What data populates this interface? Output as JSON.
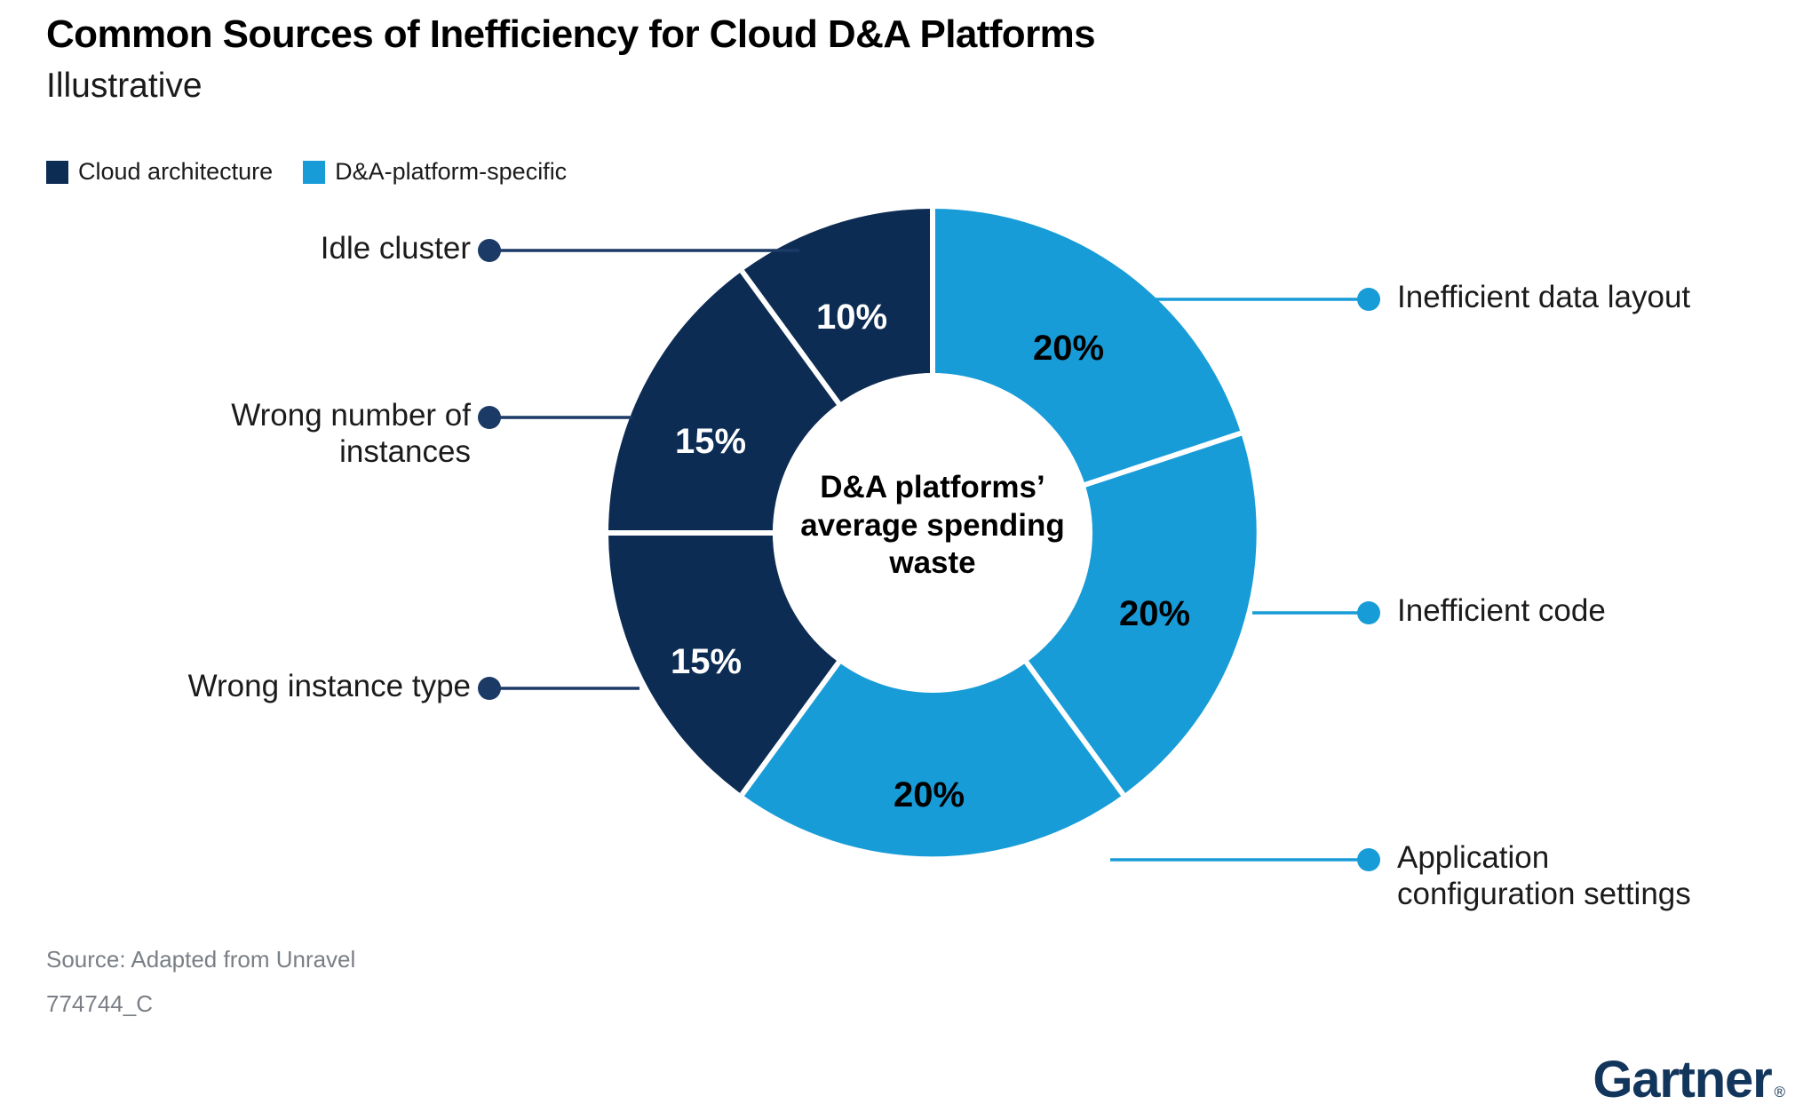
{
  "header": {
    "title": "Common Sources of Inefficiency for Cloud D&A Platforms",
    "subtitle": "Illustrative"
  },
  "legend": {
    "items": [
      {
        "label": "Cloud architecture",
        "color": "#0d2c54"
      },
      {
        "label": "D&A-platform-specific",
        "color": "#189cd8"
      }
    ]
  },
  "footer": {
    "source": "Source: Adapted from Unravel",
    "figure_id": "774744_C",
    "brand": "Gartner",
    "brand_mark": "®"
  },
  "chart_data": {
    "type": "pie",
    "variant": "donut",
    "title": "Common Sources of Inefficiency for Cloud D&A Platforms",
    "subtitle": "Illustrative",
    "center_label": "D&A platforms’ average spending waste",
    "start_angle_deg": 0,
    "direction": "clockwise",
    "units": "percent",
    "total": 100,
    "legend": [
      "Cloud architecture",
      "D&A-platform-specific"
    ],
    "legend_position": "top-left",
    "colors": {
      "cloud_architecture": "#0d2c54",
      "da_platform_specific": "#189cd8"
    },
    "categories": [
      "Inefficient data layout",
      "Inefficient code",
      "Application configuration settings",
      "Wrong instance type",
      "Wrong number of instances",
      "Idle cluster"
    ],
    "values": [
      20,
      20,
      20,
      15,
      15,
      10
    ],
    "slices": [
      {
        "label": "Inefficient data layout",
        "value": 20,
        "value_text": "20%",
        "group": "D&A-platform-specific",
        "color": "#189cd8",
        "label_color": "#000000",
        "side": "right"
      },
      {
        "label": "Inefficient code",
        "value": 20,
        "value_text": "20%",
        "group": "D&A-platform-specific",
        "color": "#189cd8",
        "label_color": "#000000",
        "side": "right"
      },
      {
        "label": "Application configuration settings",
        "value": 20,
        "value_text": "20%",
        "group": "D&A-platform-specific",
        "color": "#189cd8",
        "label_color": "#000000",
        "side": "right"
      },
      {
        "label": "Wrong instance type",
        "value": 15,
        "value_text": "15%",
        "group": "Cloud architecture",
        "color": "#0d2c54",
        "label_color": "#ffffff",
        "side": "left"
      },
      {
        "label": "Wrong number of instances",
        "value": 15,
        "value_text": "15%",
        "group": "Cloud architecture",
        "color": "#0d2c54",
        "label_color": "#ffffff",
        "side": "left"
      },
      {
        "label": "Idle cluster",
        "value": 10,
        "value_text": "10%",
        "group": "Cloud architecture",
        "color": "#0d2c54",
        "label_color": "#ffffff",
        "side": "left"
      }
    ]
  },
  "callouts": {
    "left": [
      {
        "text": "Idle cluster"
      },
      {
        "text": "Wrong number of\ninstances"
      },
      {
        "text": "Wrong instance type"
      }
    ],
    "right": [
      {
        "text": "Inefficient data layout"
      },
      {
        "text": "Inefficient code"
      },
      {
        "text": "Application\nconfiguration settings"
      }
    ]
  },
  "slice_values": {
    "idle_cluster": "10%",
    "wrong_number_of_instances": "15%",
    "wrong_instance_type": "15%",
    "inefficient_data_layout": "20%",
    "inefficient_code": "20%",
    "application_configuration_settings": "20%"
  }
}
